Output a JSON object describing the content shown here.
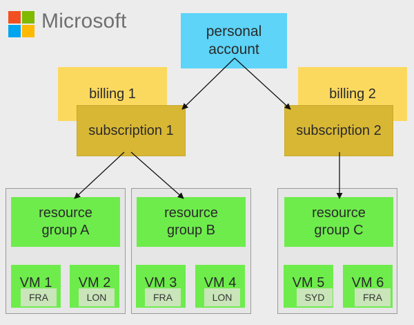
{
  "brand": {
    "name": "Microsoft"
  },
  "colors": {
    "logo_red": "#f25022",
    "logo_green": "#7fba00",
    "logo_blue": "#00a4ef",
    "logo_yellow": "#ffb900",
    "account": "#5dd4f8",
    "billing": "#fbd95f",
    "subscription": "#d8b735",
    "resource": "#6eec4c",
    "tag": "#c9e5b9"
  },
  "account": {
    "line1": "personal",
    "line2": "account"
  },
  "billing": [
    "billing 1",
    "billing 2"
  ],
  "subscriptions": [
    "subscription 1",
    "subscription 2"
  ],
  "resource_groups": [
    {
      "line1": "resource",
      "line2": "group A"
    },
    {
      "line1": "resource",
      "line2": "group B"
    },
    {
      "line1": "resource",
      "line2": "group C"
    }
  ],
  "vms": [
    {
      "name": "VM 1",
      "region": "FRA"
    },
    {
      "name": "VM 2",
      "region": "LON"
    },
    {
      "name": "VM 3",
      "region": "FRA"
    },
    {
      "name": "VM 4",
      "region": "LON"
    },
    {
      "name": "VM 5",
      "region": "SYD"
    },
    {
      "name": "VM 6",
      "region": "FRA"
    }
  ]
}
